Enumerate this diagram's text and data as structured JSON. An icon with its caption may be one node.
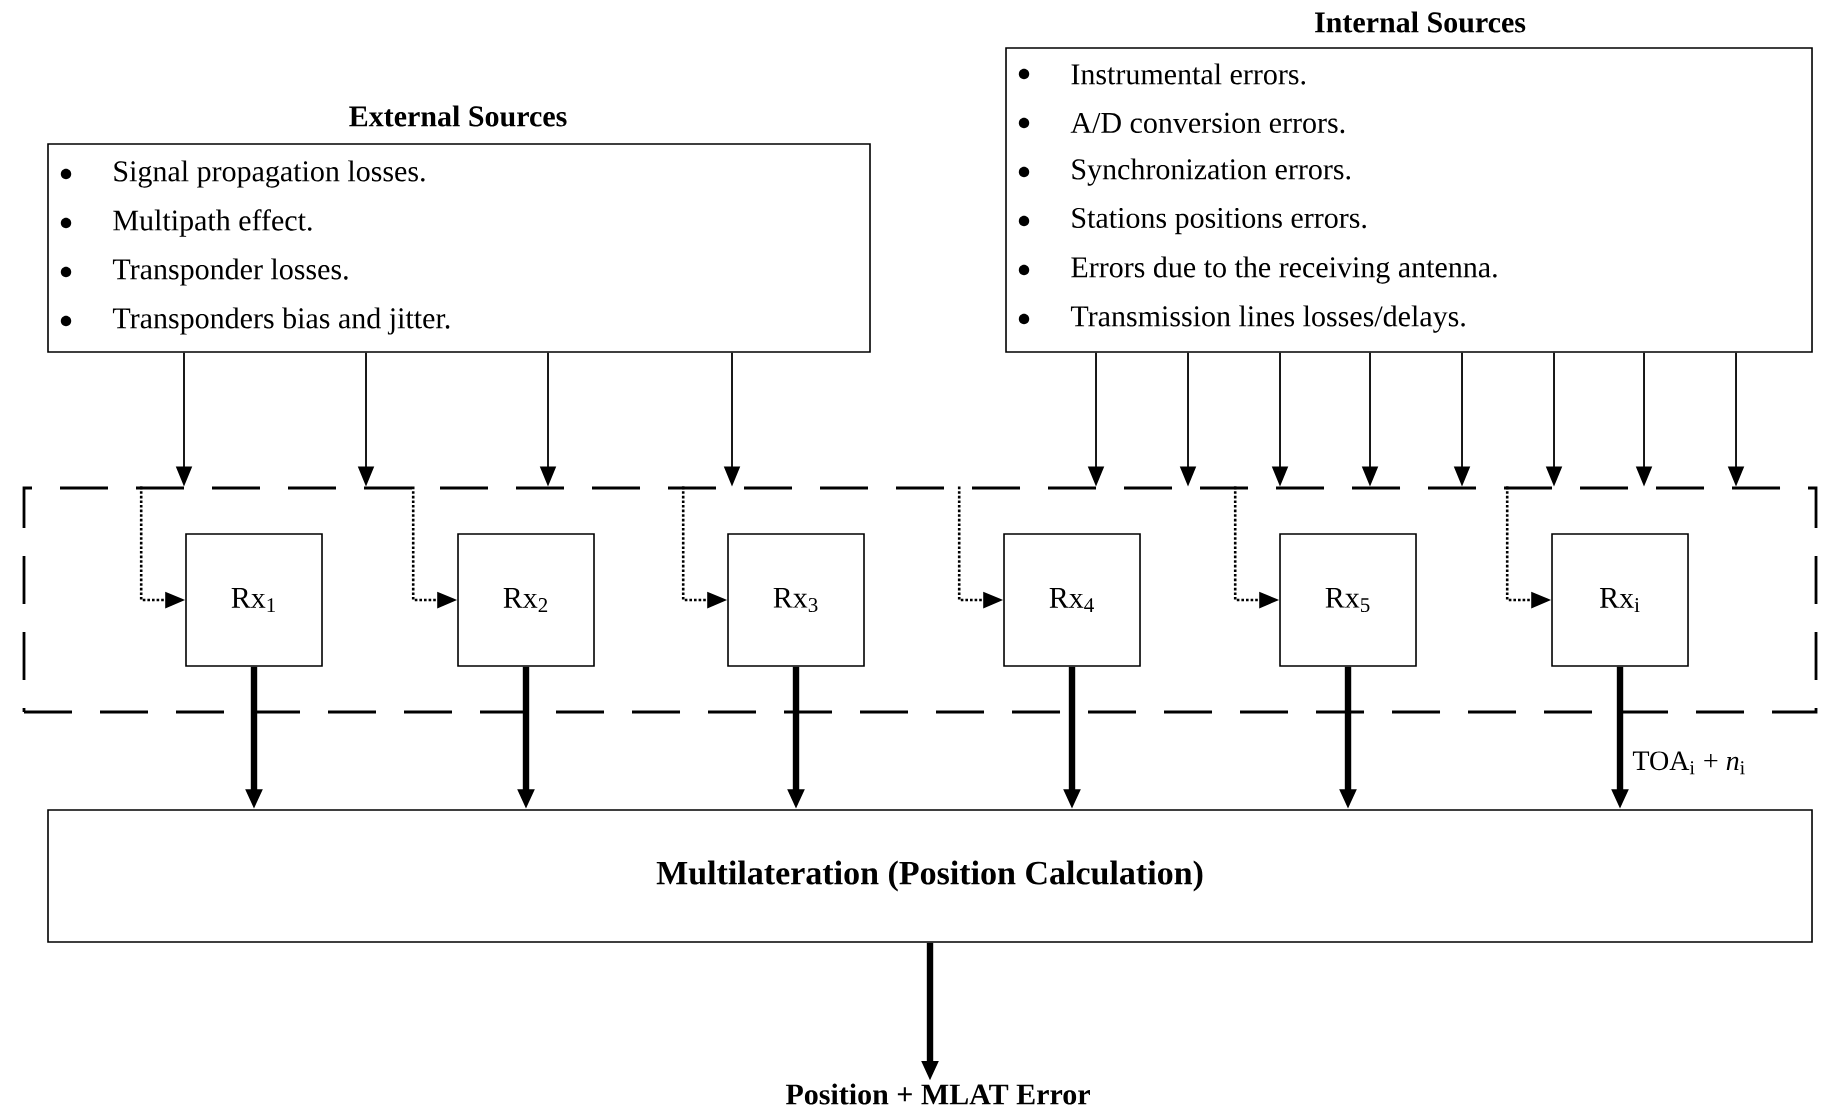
{
  "diagram": {
    "nodes": [
      {
        "text": [
          "External Sources",
          "Signal propagation losses.",
          "Multipath effect.",
          "Transponder losses.",
          "Transponders bias and jitter."
        ]
      },
      {
        "text": [
          "Internal Sources",
          "Instrumental errors.",
          "A/D conversion errors.",
          "Synchronization errors.",
          "Stations positions errors.",
          "Errors due to the receiving antenna.",
          "Transmission lines losses/delays."
        ]
      },
      {
        "text": [],
        "shape": "box"
      },
      {
        "text": [
          "Rx$_{1}$"
        ],
        "in": 2
      },
      {
        "text": [
          "Rx$_{2}$"
        ],
        "in": 2
      },
      {
        "text": [
          "Rx$_{3}$"
        ],
        "in": 2
      },
      {
        "text": [
          "Rx$_{4}$"
        ],
        "in": 2
      },
      {
        "text": [
          "Rx$_{5}$"
        ],
        "in": 2
      },
      {
        "text": [
          "Rx$_{i}$"
        ],
        "in": 2
      },
      {
        "text": [
          "Multilateration (Position Calculation)"
        ]
      },
      {
        "text": [
          "Position + MLAT Error"
        ]
      }
    ],
    "edges": [
      {
        "from": 0,
        "to": 2,
        "arrow": "to"
      },
      {
        "from": 0,
        "to": 2,
        "arrow": "to"
      },
      {
        "from": 0,
        "to": 2,
        "arrow": "to"
      },
      {
        "from": 0,
        "to": 2,
        "arrow": "to"
      },
      {
        "from": 1,
        "to": 2,
        "arrow": "to"
      },
      {
        "from": 1,
        "to": 2,
        "arrow": "to"
      },
      {
        "from": 1,
        "to": 2,
        "arrow": "to"
      },
      {
        "from": 1,
        "to": 2,
        "arrow": "to"
      },
      {
        "from": 1,
        "to": 2,
        "arrow": "to"
      },
      {
        "from": 1,
        "to": 2,
        "arrow": "to"
      },
      {
        "from": 1,
        "to": 2,
        "arrow": "to"
      },
      {
        "from": 1,
        "to": 2,
        "arrow": "to"
      },
      {
        "from": 2,
        "to": 3,
        "arrow": "to",
        "style": "dashed"
      },
      {
        "from": 2,
        "to": 4,
        "arrow": "to",
        "style": "dashed"
      },
      {
        "from": 2,
        "to": 5,
        "arrow": "to",
        "style": "dashed"
      },
      {
        "from": 2,
        "to": 6,
        "arrow": "to",
        "style": "dashed"
      },
      {
        "from": 2,
        "to": 7,
        "arrow": "to",
        "style": "dashed"
      },
      {
        "from": 2,
        "to": 8,
        "arrow": "to",
        "style": "dashed"
      },
      {
        "from": 3,
        "to": 9,
        "arrow": "to",
        "style": "thick"
      },
      {
        "from": 4,
        "to": 9,
        "arrow": "to",
        "style": "thick"
      },
      {
        "from": 5,
        "to": 9,
        "arrow": "to",
        "style": "thick"
      },
      {
        "from": 6,
        "to": 9,
        "arrow": "to",
        "style": "thick"
      },
      {
        "from": 7,
        "to": 9,
        "arrow": "to",
        "style": "thick"
      },
      {
        "from": 8,
        "to": 9,
        "arrow": "to",
        "style": "thick",
        "label": "TOA$_{i}$ + *n*$_{i}$"
      },
      {
        "from": 9,
        "to": 10,
        "arrow": "to",
        "style": "thick"
      }
    ]
  }
}
